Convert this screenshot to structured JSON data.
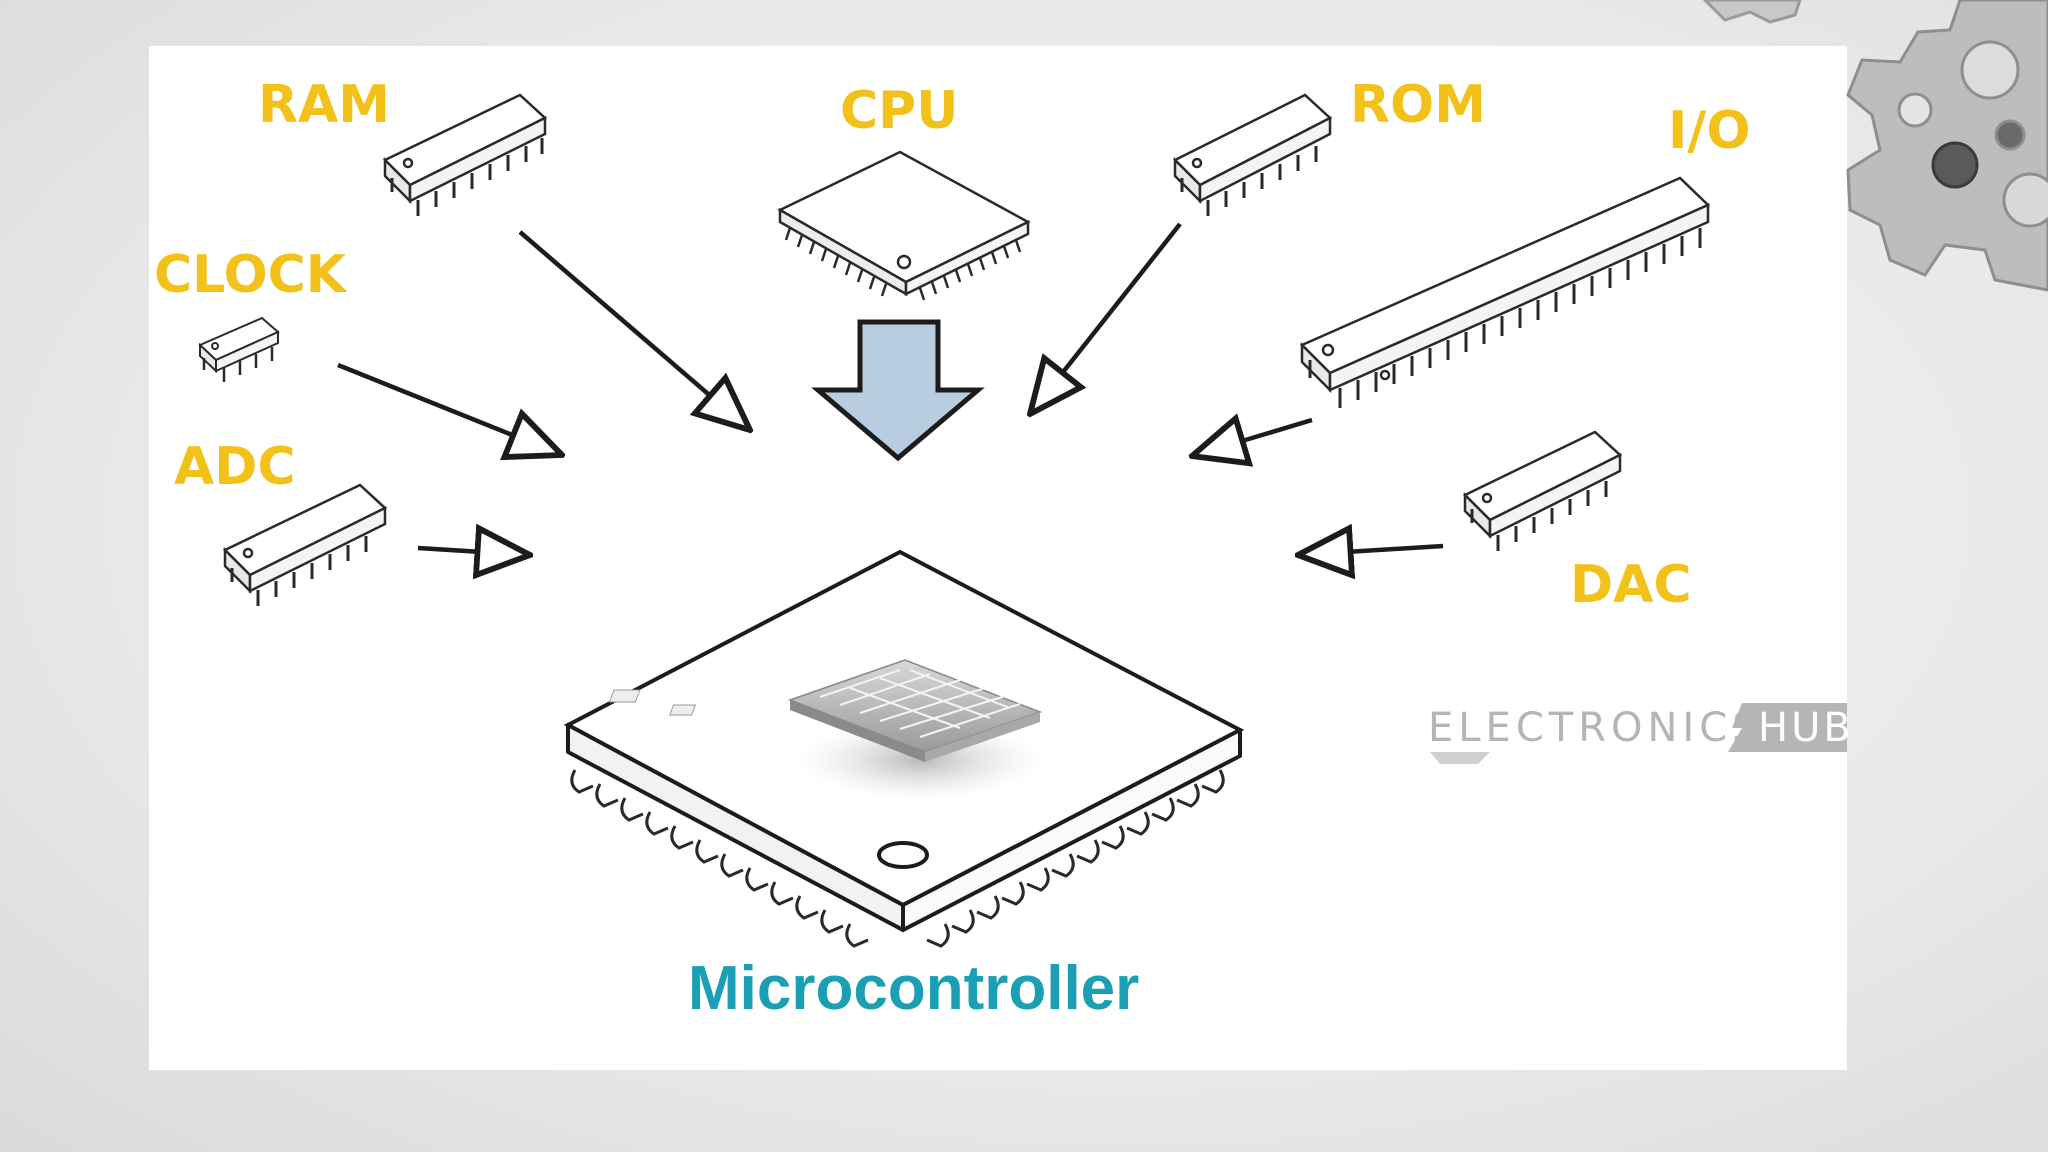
{
  "components": {
    "ram": "RAM",
    "cpu": "CPU",
    "rom": "ROM",
    "io": "I/O",
    "clock": "CLOCK",
    "adc": "ADC",
    "dac": "DAC"
  },
  "main_label": "Microcontroller",
  "brand": {
    "text": "ELECTRONICS",
    "tag": "HUB"
  },
  "colors": {
    "label": "#f2c21b",
    "main": "#1a9fb5",
    "arrow_fill": "#b9cde0",
    "brand": "#b5b5b5"
  }
}
